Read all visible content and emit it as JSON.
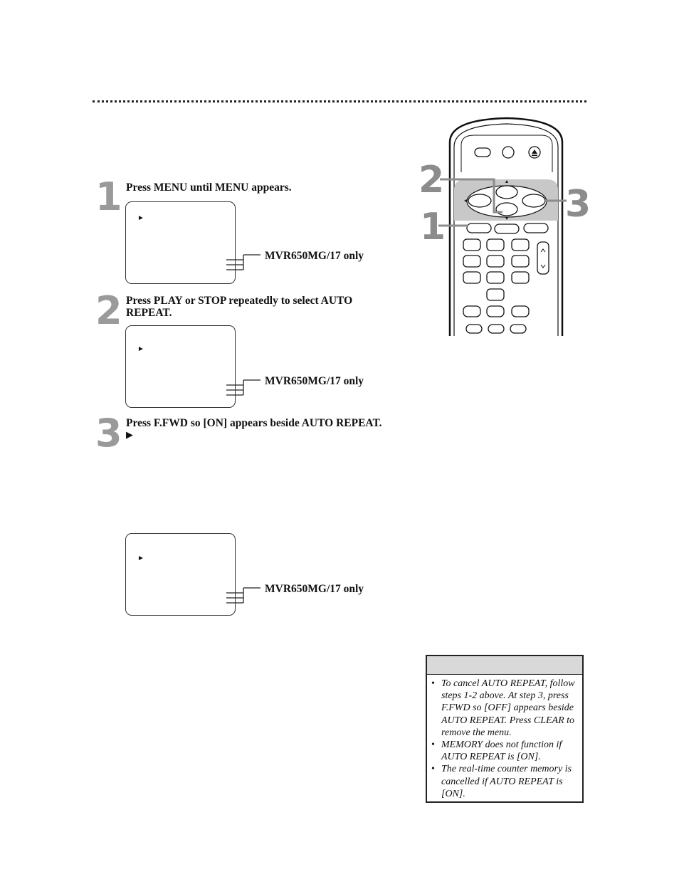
{
  "steps": [
    {
      "number": "1",
      "instruction": "Press MENU until MENU appears.",
      "sub_bullet": "",
      "screen_cursor": "►",
      "model_note": "MVR650MG/17 only"
    },
    {
      "number": "2",
      "instruction": "Press PLAY or STOP repeatedly to select AUTO REPEAT.",
      "sub_bullet": "",
      "screen_cursor": "►",
      "model_note": "MVR650MG/17 only"
    },
    {
      "number": "3",
      "instruction": "Press F.FWD so [ON] appears beside AUTO REPEAT.",
      "sub_bullet": "▶",
      "screen_cursor": "►",
      "model_note": "MVR650MG/17 only"
    }
  ],
  "remote": {
    "callouts": [
      "2",
      "1",
      "3"
    ],
    "icons": [
      "eject-icon",
      "arrow-up-icon",
      "arrow-down-icon",
      "arrow-left-icon",
      "arrow-right-icon",
      "chevron-up-icon",
      "chevron-down-icon"
    ]
  },
  "tips": {
    "header": "",
    "items": [
      "To cancel AUTO REPEAT, follow steps 1-2 above. At step 3, press F.FWD so [OFF] appears beside AUTO REPEAT. Press CLEAR to remove the menu.",
      "MEMORY does not function if AUTO REPEAT is [ON].",
      "The real-time counter memory is cancelled if AUTO REPEAT is [ON]."
    ]
  },
  "colors": {
    "step_number": "#9a9a9a",
    "tip_header_bg": "#d9d9d9",
    "ink": "#111111"
  }
}
